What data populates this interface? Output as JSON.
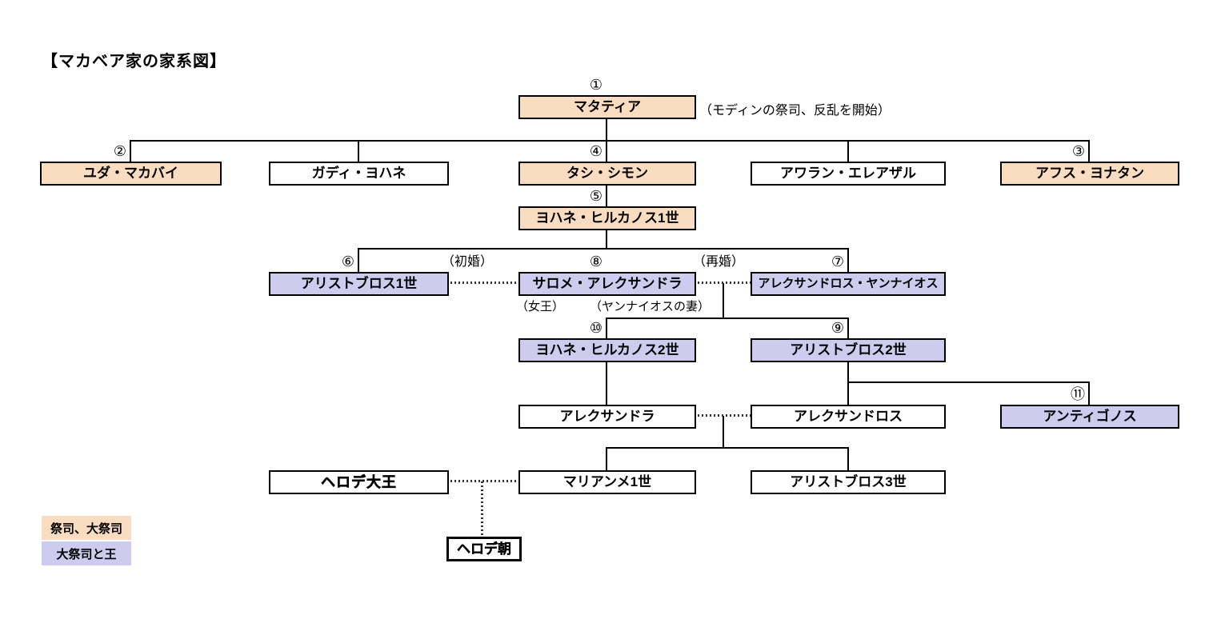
{
  "title": "【マカベア家の家系図】",
  "colors": {
    "priest_fill": "#fadcc0",
    "king_fill": "#cdccee",
    "plain_fill": "#ffffff",
    "line": "#000000"
  },
  "nodes": {
    "mattathias": {
      "label": "マタティア",
      "number": "①"
    },
    "judas": {
      "label": "ユダ・マカバイ",
      "number": "②"
    },
    "gaddi": {
      "label": "ガディ・ヨハネ",
      "number": ""
    },
    "simon": {
      "label": "タシ・シモン",
      "number": "④"
    },
    "avaran": {
      "label": "アワラン・エレアザル",
      "number": ""
    },
    "jonathan": {
      "label": "アフス・ヨナタン",
      "number": "③"
    },
    "hyrcanus1": {
      "label": "ヨハネ・ヒルカノス1世",
      "number": "⑤"
    },
    "aristobulus1": {
      "label": "アリストブロス1世",
      "number": "⑥"
    },
    "salome": {
      "label": "サロメ・アレクサンドラ",
      "number": "⑧"
    },
    "jannaeus": {
      "label": "アレクサンドロス・ヤンナイオス",
      "number": "⑦"
    },
    "hyrcanus2": {
      "label": "ヨハネ・ヒルカノス2世",
      "number": "⑩"
    },
    "aristobulus2": {
      "label": "アリストブロス2世",
      "number": "⑨"
    },
    "alexandra": {
      "label": "アレクサンドラ",
      "number": ""
    },
    "alexandros": {
      "label": "アレクサンドロス",
      "number": ""
    },
    "antigonus": {
      "label": "アンティゴノス",
      "number": "⑪"
    },
    "herod": {
      "label": "ヘロデ大王",
      "number": ""
    },
    "mariamne": {
      "label": "マリアンメ1世",
      "number": ""
    },
    "aristobulus3": {
      "label": "アリストブロス3世",
      "number": ""
    },
    "herodian": {
      "label": "ヘロデ朝",
      "number": ""
    }
  },
  "annotations": {
    "mattathias_note": "（モディンの祭司、反乱を開始）",
    "first_marriage": "（初婚）",
    "second_marriage": "（再婚）",
    "queen": "（女王）",
    "jannaeus_wife": "（ヤンナイオスの妻）"
  },
  "legend": {
    "items": [
      {
        "label": "祭司、大祭司",
        "color": "#fadcc0"
      },
      {
        "label": "大祭司と王",
        "color": "#cdccee"
      }
    ]
  }
}
